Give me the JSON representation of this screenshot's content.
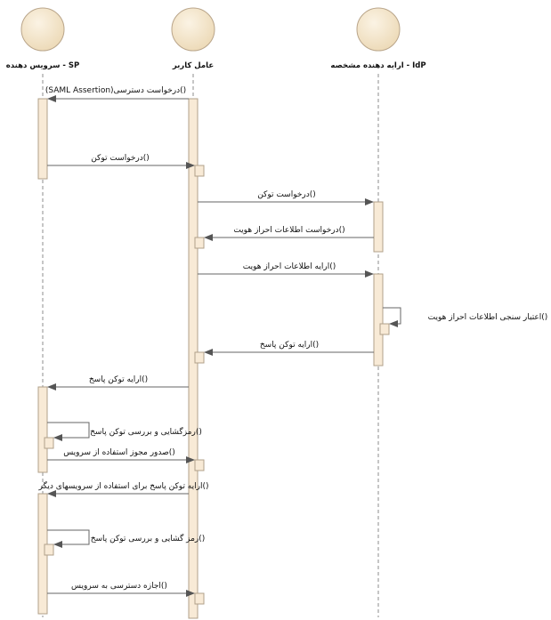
{
  "colors": {
    "actor_fill": "#f4e5c8",
    "activation_fill": "#f8ead6",
    "line": "#707070"
  },
  "lifelines": [
    {
      "key": "sp",
      "label": "SP  - سرویس دهنده"
    },
    {
      "key": "user",
      "label": "عامل کاربر"
    },
    {
      "key": "idp",
      "label": "IdP - ارایه دهنده مشخصه"
    }
  ],
  "messages": [
    {
      "from": "user",
      "to": "sp",
      "label": "()درخواست دسترسی(SAML Assertion)"
    },
    {
      "from": "sp",
      "to": "user",
      "label": "()درخواست توکن"
    },
    {
      "from": "user",
      "to": "idp",
      "label": "()درخواست توکن"
    },
    {
      "from": "idp",
      "to": "user",
      "label": "()درخواست اطلاعات احراز هویت"
    },
    {
      "from": "user",
      "to": "idp",
      "label": "()ارایه اطلاعات احراز هویت"
    },
    {
      "from": "idp",
      "to": "idp",
      "label": "()اعتبار سنجی اطلاعات احراز هویت"
    },
    {
      "from": "idp",
      "to": "user",
      "label": "()ارایه توکن پاسخ"
    },
    {
      "from": "user",
      "to": "sp",
      "label": "()ارایه توکن پاسخ"
    },
    {
      "from": "sp",
      "to": "sp",
      "label": "()رمزگشایی و بررسی توکن پاسخ"
    },
    {
      "from": "sp",
      "to": "user",
      "label": "()صدور مجوز استفاده از سرویس"
    },
    {
      "from": "user",
      "to": "sp",
      "label": "()ارایه توکن پاسخ برای استفاده از سرویسهای دیگر"
    },
    {
      "from": "sp",
      "to": "sp",
      "label": "()رمز گشایی و بررسی  توکن پاسخ"
    },
    {
      "from": "sp",
      "to": "user",
      "label": "()اجازه دسترسی به سرویس"
    }
  ]
}
